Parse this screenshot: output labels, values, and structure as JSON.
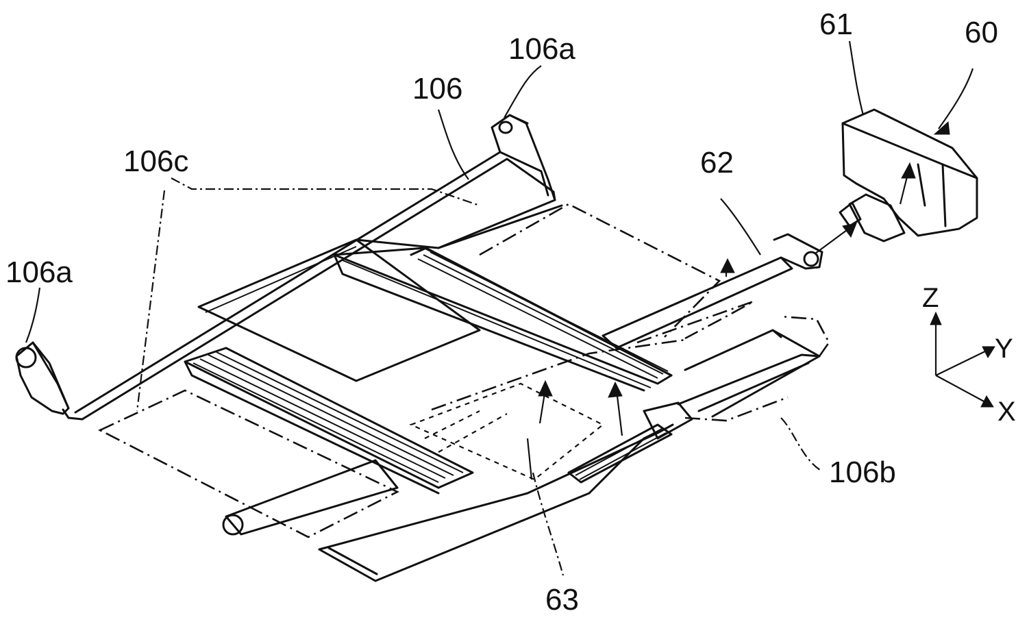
{
  "labels": {
    "ref_106": "106",
    "ref_106a_top": "106a",
    "ref_106a_left": "106a",
    "ref_106b": "106b",
    "ref_106c": "106c",
    "ref_60": "60",
    "ref_61": "61",
    "ref_62": "62",
    "ref_63": "63"
  },
  "axes": {
    "z": "Z",
    "y": "Y",
    "x": "X"
  }
}
